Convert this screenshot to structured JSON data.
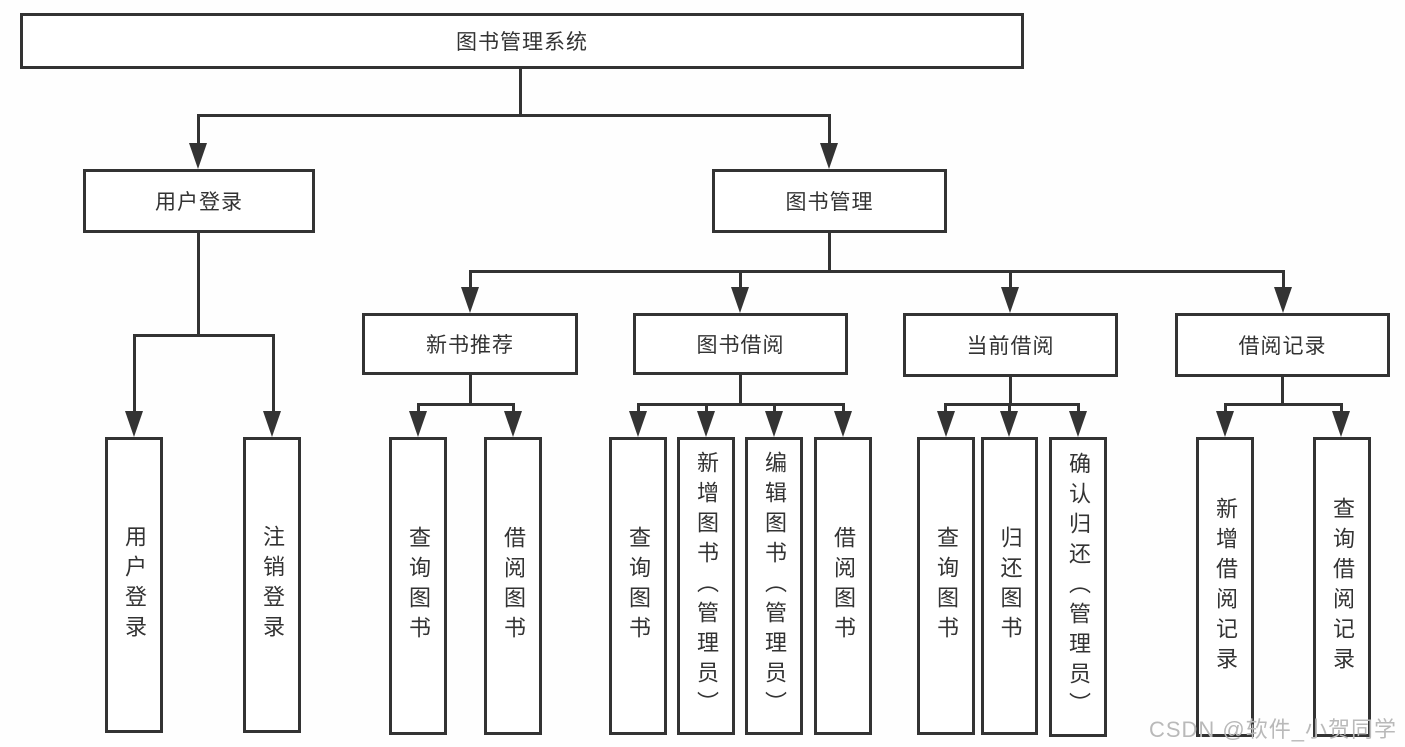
{
  "diagram": {
    "title": "图书管理系统",
    "nodes": {
      "root": "图书管理系统",
      "user_login": "用户登录",
      "book_mgmt": "图书管理",
      "new_book": "新书推荐",
      "book_borrow": "图书借阅",
      "current_borrow": "当前借阅",
      "borrow_record": "借阅记录",
      "leaf_user_login": "用户登录",
      "leaf_logout": "注销登录",
      "leaf_nb_query": "查询图书",
      "leaf_nb_borrow": "借阅图书",
      "leaf_bb_query": "查询图书",
      "leaf_bb_add": "新增图书（管理员）",
      "leaf_bb_edit": "编辑图书（管理员）",
      "leaf_bb_borrow": "借阅图书",
      "leaf_cb_query": "查询图书",
      "leaf_cb_return": "归还图书",
      "leaf_cb_confirm": "确认归还（管理员）",
      "leaf_br_add": "新增借阅记录",
      "leaf_br_query": "查询借阅记录"
    },
    "watermark": "CSDN @软件_小贺同学",
    "colors": {
      "line": "#333333",
      "text": "#333333",
      "watermark": "#b9b9b9",
      "background": "#fefefe"
    }
  }
}
